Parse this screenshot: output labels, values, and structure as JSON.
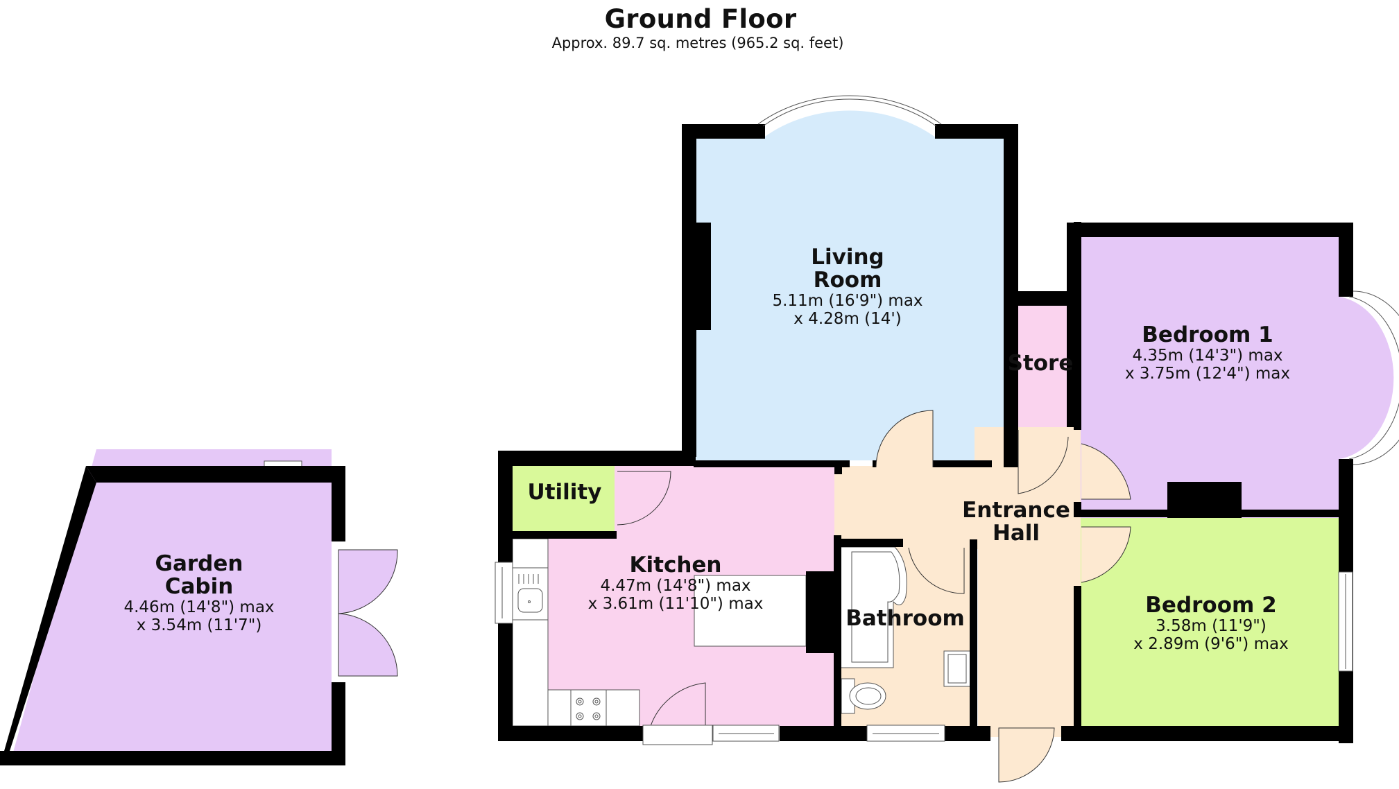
{
  "header": {
    "title": "Ground Floor",
    "subtitle": "Approx. 89.7 sq. metres (965.2 sq. feet)"
  },
  "colors": {
    "wall": "#000000",
    "living_room": "#d6ebfb",
    "bedroom_1": "#e5c8f7",
    "bedroom_2": "#d9f99a",
    "garden_cabin": "#e5c8f7",
    "kitchen": "#fad3ee",
    "store": "#fad3ee",
    "utility": "#d9f99a",
    "entrance_hall": "#fde9d1",
    "bathroom": "#fde9d1"
  },
  "rooms": {
    "living_room": {
      "name_line1": "Living",
      "name_line2": "Room",
      "dim_line1": "5.11m (16'9\") max",
      "dim_line2": "x 4.28m (14')"
    },
    "bedroom_1": {
      "name_line1": "Bedroom 1",
      "dim_line1": "4.35m (14'3\") max",
      "dim_line2": "x 3.75m (12'4\") max"
    },
    "bedroom_2": {
      "name_line1": "Bedroom 2",
      "dim_line1": "3.58m (11'9\")",
      "dim_line2": "x 2.89m (9'6\") max"
    },
    "kitchen": {
      "name_line1": "Kitchen",
      "dim_line1": "4.47m (14'8\") max",
      "dim_line2": "x 3.61m (11'10\") max"
    },
    "garden_cabin": {
      "name_line1": "Garden",
      "name_line2": "Cabin",
      "dim_line1": "4.46m (14'8\") max",
      "dim_line2": "x 3.54m (11'7\")"
    },
    "entrance_hall": {
      "name_line1": "Entrance",
      "name_line2": "Hall"
    },
    "bathroom": {
      "name_line1": "Bathroom"
    },
    "store": {
      "name_line1": "Store"
    },
    "utility": {
      "name_line1": "Utility"
    }
  }
}
